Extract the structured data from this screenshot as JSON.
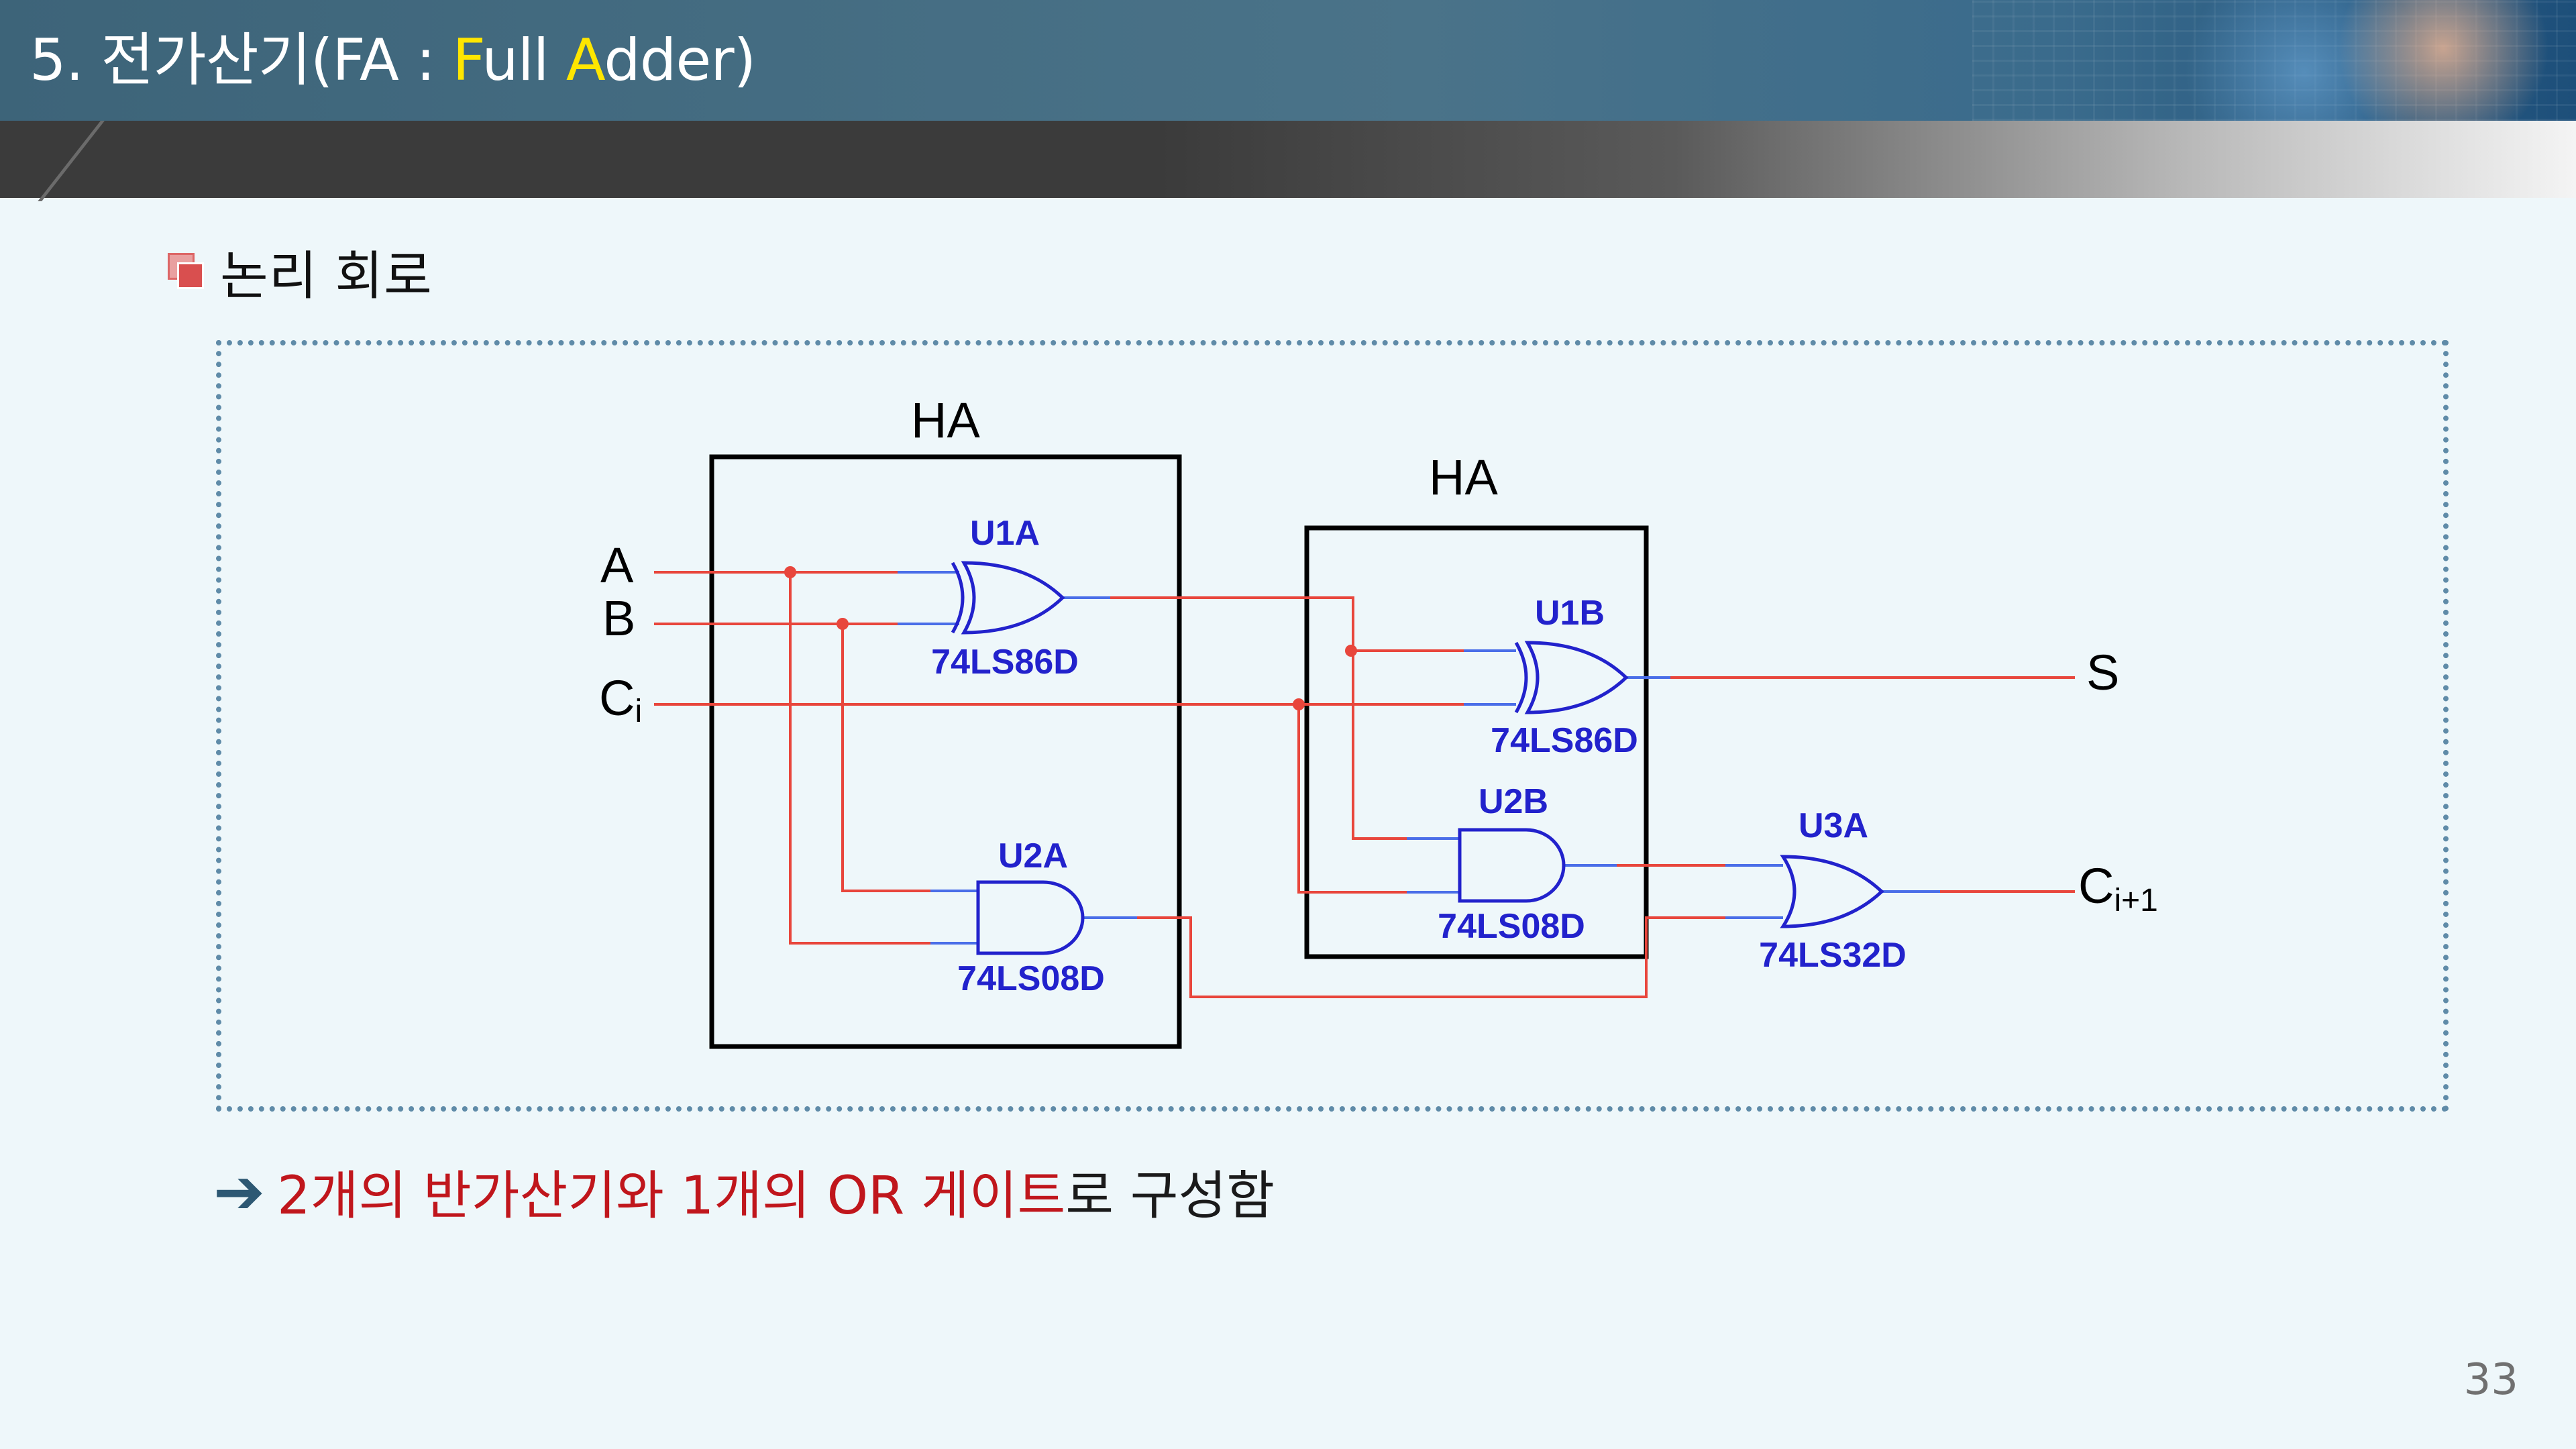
{
  "header": {
    "title_prefix": "5. 전가산기(FA : ",
    "title_hl1": "F",
    "title_mid": "ull ",
    "title_hl2": "A",
    "title_suffix": "dder)"
  },
  "section": {
    "title": "논리 회로"
  },
  "circuit": {
    "ha_label_1": "HA",
    "ha_label_2": "HA",
    "input_a": "A",
    "input_b": "B",
    "input_c_base": "C",
    "input_c_sub": "i",
    "output_s": "S",
    "output_c_base": "C",
    "output_c_sub": "i+1",
    "gates": {
      "u1a_name": "U1A",
      "u1a_part": "74LS86D",
      "u2a_name": "U2A",
      "u2a_part": "74LS08D",
      "u1b_name": "U1B",
      "u1b_part": "74LS86D",
      "u2b_name": "U2B",
      "u2b_part": "74LS08D",
      "u3a_name": "U3A",
      "u3a_part": "74LS32D"
    },
    "colors": {
      "wire": "#e8463c",
      "gate": "#2222cc",
      "pin": "#4a6ee8",
      "box": "#000000"
    }
  },
  "note": {
    "red_text": "2개의 반가산기와 1개의 OR 게이트",
    "black_text": "로 구성함"
  },
  "page_number": "33"
}
